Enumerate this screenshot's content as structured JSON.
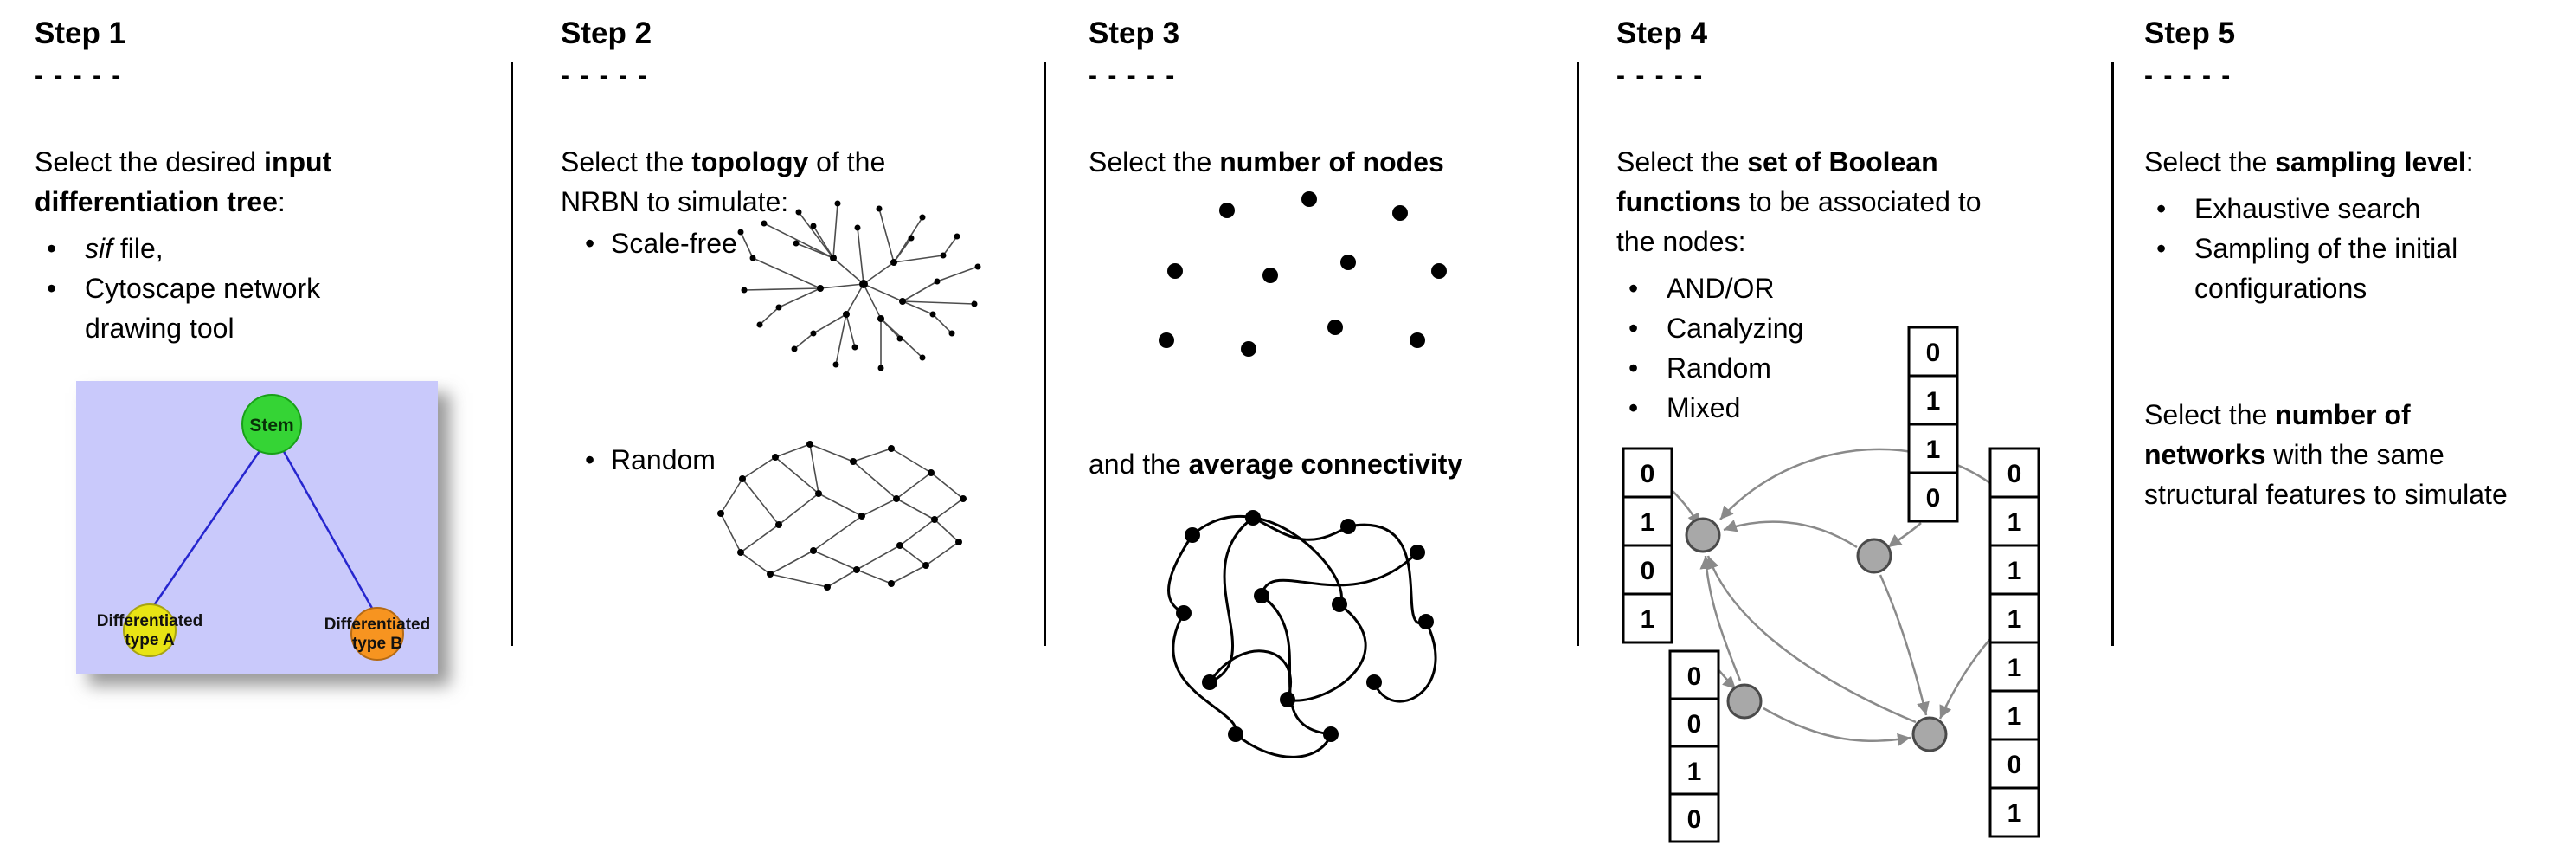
{
  "steps": [
    {
      "title": "Step 1",
      "dashes": "- - - - -",
      "intro": {
        "pre": "Select the desired ",
        "bold": "input differentiation tree",
        "post": ":"
      },
      "bullets": [
        {
          "italic": "sif",
          "rest": " file,"
        },
        {
          "text": "Cytoscape network drawing tool"
        }
      ],
      "tree": {
        "root": "Stem",
        "left_line1": "Differentiated",
        "left_line2": "type A",
        "right_line1": "Differentiated",
        "right_line2": "type B",
        "colors": {
          "background": "#c9c9fb",
          "root": "#35d435",
          "left": "#e8e414",
          "right": "#f79420",
          "edge": "#2626cf"
        }
      }
    },
    {
      "title": "Step 2",
      "dashes": "- - - - -",
      "intro": {
        "pre": "Select the ",
        "bold": "topology",
        "post": " of the NRBN to simulate:"
      },
      "bullets": [
        {
          "text": "Scale-free"
        },
        {
          "text": "Random"
        }
      ]
    },
    {
      "title": "Step 3",
      "dashes": "- - - - -",
      "intro": {
        "pre": "Select the ",
        "bold": "number of nodes",
        "post": ""
      },
      "connectivity": {
        "pre": "and the ",
        "bold": "average connectivity",
        "post": ""
      }
    },
    {
      "title": "Step 4",
      "dashes": "- - - - -",
      "intro": {
        "pre": "Select the ",
        "bold": "set of Boolean functions",
        "post": " to be associated to the nodes:"
      },
      "bullets": [
        {
          "text": "AND/OR"
        },
        {
          "text": "Canalyzing"
        },
        {
          "text": "Random"
        },
        {
          "text": "Mixed"
        }
      ],
      "vectors": {
        "top": [
          "0",
          "1",
          "1",
          "0"
        ],
        "left": [
          "0",
          "1",
          "0",
          "1"
        ],
        "bottom_left": [
          "0",
          "0",
          "1",
          "0"
        ],
        "right": [
          "0",
          "1",
          "1",
          "1",
          "1",
          "1",
          "0",
          "1"
        ]
      },
      "node_color": "#a8a8a8"
    },
    {
      "title": "Step 5",
      "dashes": "- - - - -",
      "intro": {
        "pre": "Select the ",
        "bold": "sampling level",
        "post": ":"
      },
      "bullets": [
        {
          "text": "Exhaustive search"
        },
        {
          "text": "Sampling of the initial configurations"
        }
      ],
      "networks": {
        "pre": "Select the ",
        "bold": "number of networks",
        "post": " with the same structural features to simulate"
      }
    }
  ]
}
